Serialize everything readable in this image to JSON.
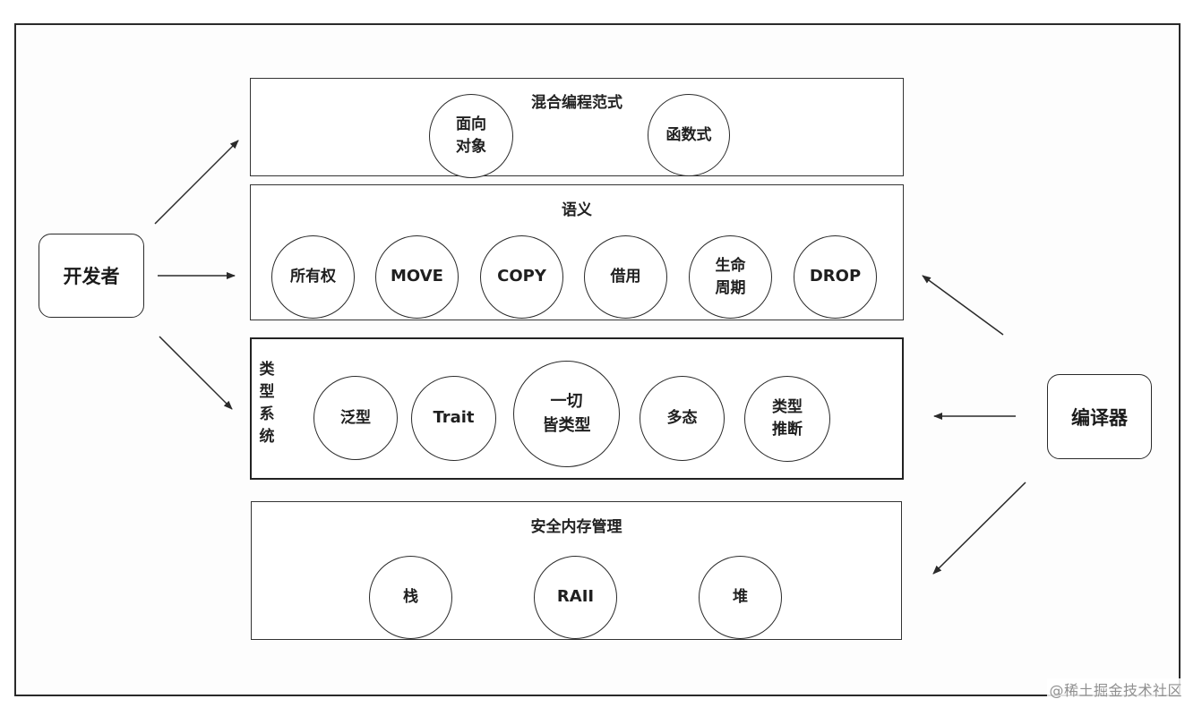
{
  "actors": {
    "developer": "开发者",
    "compiler": "编译器"
  },
  "panels": {
    "paradigm": {
      "title": "混合编程范式",
      "items": [
        "面向\n对象",
        "函数式"
      ]
    },
    "semantics": {
      "title": "语义",
      "items": [
        "所有权",
        "MOVE",
        "COPY",
        "借用",
        "生命\n周期",
        "DROP"
      ]
    },
    "type_system": {
      "title": "类型系统",
      "items": [
        "泛型",
        "Trait",
        "一切\n皆类型",
        "多态",
        "类型\n推断"
      ]
    },
    "memory": {
      "title": "安全内存管理",
      "items": [
        "栈",
        "RAII",
        "堆"
      ]
    }
  },
  "watermark": "@稀土掘金技术社区",
  "colors": {
    "line": "#2a2a2a",
    "background": "#ffffff",
    "watermark": "#8f8f8f"
  }
}
